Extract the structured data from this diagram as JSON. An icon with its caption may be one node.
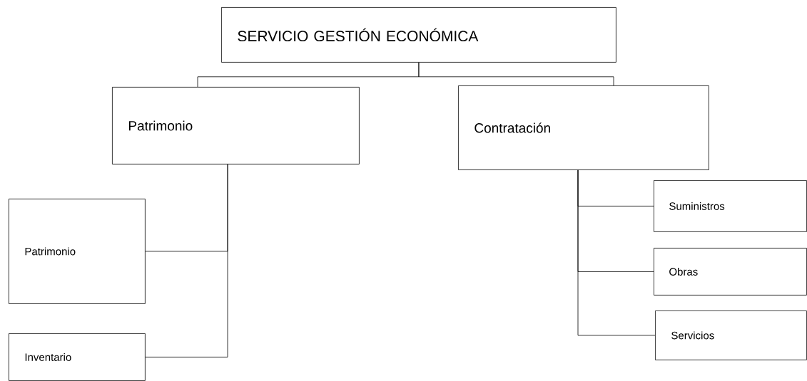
{
  "diagram": {
    "nodes": [
      {
        "text": [
          "SERVICIO GESTIÓN ECONÓMICA"
        ]
      },
      {
        "text": [
          "Patrimonio"
        ]
      },
      {
        "text": [
          "Contratación"
        ]
      },
      {
        "text": [
          "Patrimonio"
        ]
      },
      {
        "text": [
          "Inventario"
        ]
      },
      {
        "text": [
          "Suministros"
        ]
      },
      {
        "text": [
          "Obras"
        ]
      },
      {
        "text": [
          "Servicios"
        ]
      }
    ],
    "edges": [
      {
        "from": 0,
        "to": 1,
        "arrow": "none"
      },
      {
        "from": 0,
        "to": 2,
        "arrow": "none"
      },
      {
        "from": 1,
        "to": 3,
        "arrow": "none"
      },
      {
        "from": 1,
        "to": 4,
        "arrow": "none"
      },
      {
        "from": 2,
        "to": 5,
        "arrow": "none"
      },
      {
        "from": 2,
        "to": 6,
        "arrow": "none"
      },
      {
        "from": 2,
        "to": 7,
        "arrow": "none"
      }
    ]
  }
}
